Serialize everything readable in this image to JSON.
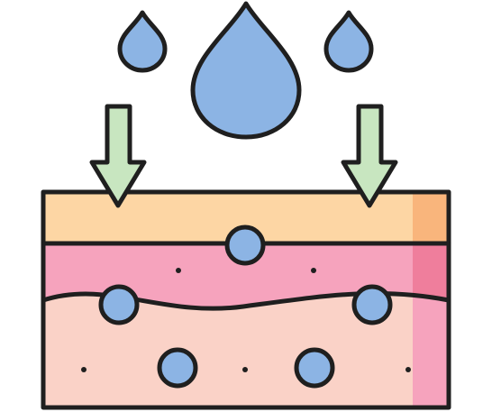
{
  "illustration": {
    "subject": "skin-hydration-icon",
    "drops": [
      {
        "name": "left-small-droplet-icon"
      },
      {
        "name": "center-large-droplet-icon"
      },
      {
        "name": "right-small-droplet-icon"
      }
    ],
    "arrows": [
      {
        "name": "left-down-arrow-icon",
        "direction": "down"
      },
      {
        "name": "right-down-arrow-icon",
        "direction": "down"
      }
    ],
    "layers": [
      {
        "name": "epidermis-layer",
        "color": "#FDD6A4",
        "shade": "#F9B57C"
      },
      {
        "name": "dermis-layer",
        "color": "#F6A3BD",
        "shade": "#EF7E9C"
      },
      {
        "name": "hypodermis-layer",
        "color": "#FAD2C7",
        "shade": "#F6A3BD"
      }
    ],
    "bubbles": [
      {
        "name": "epidermis-bubble"
      },
      {
        "name": "dermis-bubble-left"
      },
      {
        "name": "dermis-bubble-right"
      },
      {
        "name": "hypodermis-bubble-left"
      },
      {
        "name": "hypodermis-bubble-right"
      }
    ],
    "colors": {
      "water": "#8CB4E4",
      "arrow": "#C8E6C0",
      "outline": "#1F1F1F",
      "background": "#FFFFFF"
    }
  }
}
